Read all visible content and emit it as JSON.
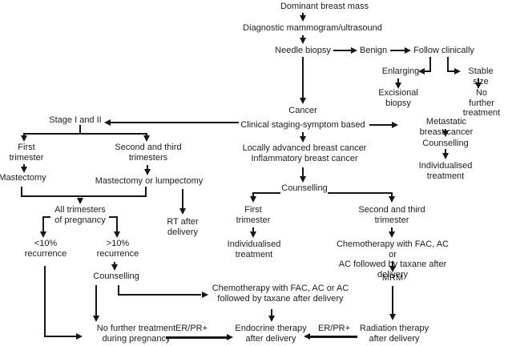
{
  "figure": {
    "type": "flowchart",
    "topic": "Management of dominant breast mass in pregnancy",
    "line_color": "#161616",
    "background_color": "#ffffff"
  },
  "nodes": {
    "dominant_breast_mass": "Dominant breast mass",
    "diagnostic_mammogram": "Diagnostic mammogram/ultrasound",
    "needle_biopsy": "Needle biopsy",
    "benign": "Benign",
    "follow_clinically": "Follow clinically",
    "enlarging": "Enlarging",
    "excisional_biopsy": "Excisional\nbiopsy",
    "stable_size": "Stable size",
    "no_further_treatment": "No further\ntreatment",
    "cancer": "Cancer",
    "clinical_staging": "Clinical staging-symptom based",
    "stage_1_2": "Stage I and II",
    "metastatic_breast_cancer": "Metastatic breast cancer",
    "counselling_metastatic": "Counselling",
    "individualised_metastatic": "Individualised\ntreatment",
    "first_trimester_left": "First\ntrimester",
    "second_third_trimesters_left": "Second and third\ntrimesters",
    "mastectomy": "Mastectomy",
    "mastectomy_or_lumpectomy": "Mastectomy or lumpectomy",
    "all_trimesters": "All trimesters\nof pregnancy",
    "rt_after_delivery": "RT after\ndelivery",
    "lt10_recurrence": "<10%\nrecurrence",
    "gt10_recurrence": ">10%\nrecurrence",
    "counselling_left": "Counselling",
    "locally_advanced": "Locally advanced breast cancer\nInflammatory breast cancer",
    "counselling_center": "Counselling",
    "first_trimester_center": "First\ntrimester",
    "individualised_center": "Individualised\ntreatment",
    "second_third_trimester_center": "Second and third\ntrimester",
    "chemo_right": "Chemotherapy with FAC, AC or\nAC followed by taxane after delivery",
    "mrm": "MRM",
    "radiation_therapy": "Radiation therapy\nafter delivery",
    "chemo_center": "Chemotherapy with FAC, AC or AC\nfollowed by taxane after delivery",
    "no_further_pregnancy": "No further treatment\nduring pregnancy",
    "er_pr_left": "ER/PR+",
    "endocrine_therapy": "Endocrine therapy\nafter delivery",
    "er_pr_right": "ER/PR+"
  }
}
